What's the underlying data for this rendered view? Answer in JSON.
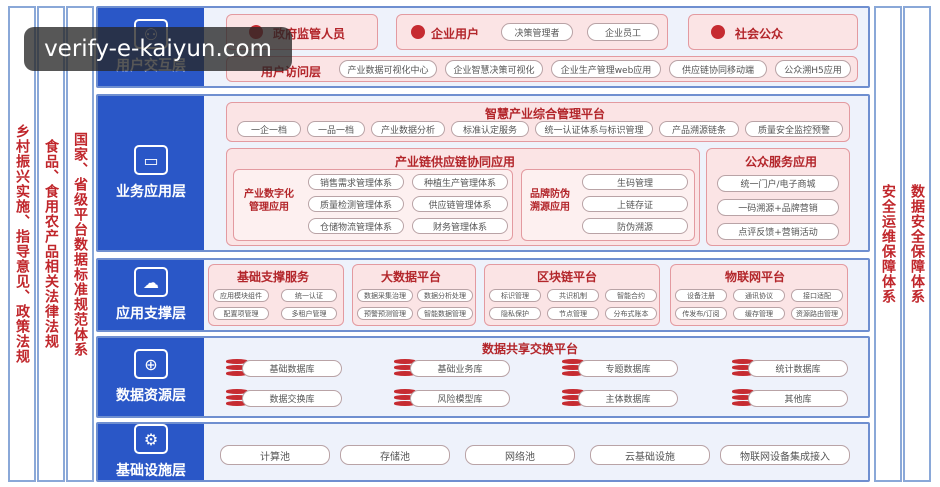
{
  "side_left": [
    "乡村振兴实施、指导意见、政策法规",
    "食品、食用农产品相关法律法规",
    "国家、省级平台数据标准规范体系"
  ],
  "side_right": [
    "安全运维保障体系",
    "数据安全保障体系"
  ],
  "watermark": "verify-e-kaiyun.com",
  "user_layer": {
    "label": "用户交互层",
    "gov": "政府监管人员",
    "enterprise": "企业用户",
    "ent_tags": [
      "决策管理者",
      "企业员工"
    ],
    "public": "社会公众",
    "access": "用户访问层",
    "access_items": [
      "产业数据可视化中心",
      "企业智慧决策可视化",
      "企业生产管理web应用",
      "供应链协同移动端",
      "公众溯H5应用"
    ]
  },
  "business_layer": {
    "label": "业务应用层",
    "platform": "智慧产业综合管理平台",
    "top_items": [
      "一企一档",
      "一品一档",
      "产业数据分析",
      "标准认定服务",
      "统一认证体系与标识管理",
      "产品溯源链条",
      "质量安全监控预警"
    ],
    "supply": "产业链供应链协同应用",
    "digital": "产业数字化管理应用",
    "digital_items": [
      "销售需求管理体系",
      "种植生产管理体系",
      "质量检测管理体系",
      "供应链管理体系",
      "仓储物流管理体系",
      "财务管理体系"
    ],
    "brand": "品牌防伪溯源应用",
    "brand_items": [
      "生码管理",
      "上链存证",
      "防伪溯源"
    ],
    "public_app": "公众服务应用",
    "public_items": [
      "统一门户/电子商城",
      "一码溯源+品牌营销",
      "点评反馈+营销活动"
    ]
  },
  "support_layer": {
    "label": "应用支撑层",
    "groups": [
      {
        "title": "基础支撑服务",
        "items": [
          "应用模块组件",
          "统一认证",
          "配置项管理",
          "多租户管理"
        ]
      },
      {
        "title": "大数据平台",
        "items": [
          "数据采集治理",
          "数据分析处理",
          "预警预测管理",
          "智能数据管理"
        ]
      },
      {
        "title": "区块链平台",
        "items": [
          "标识管理",
          "共识机制",
          "智能合约",
          "隐私保护",
          "节点管理",
          "分布式账本"
        ]
      },
      {
        "title": "物联网平台",
        "items": [
          "设备注册",
          "通讯协议",
          "接口适配",
          "传发布/订阅",
          "缓存管理",
          "资源路由管理"
        ]
      }
    ]
  },
  "data_layer": {
    "label": "数据资源层",
    "platform": "数据共享交换平台",
    "items": [
      "基础数据库",
      "基础业务库",
      "专题数据库",
      "统计数据库",
      "数据交换库",
      "风险模型库",
      "主体数据库",
      "其他库"
    ]
  },
  "infra_layer": {
    "label": "基础设施层",
    "items": [
      "计算池",
      "存储池",
      "网络池",
      "云基础设施",
      "物联网设备集成接入"
    ]
  }
}
